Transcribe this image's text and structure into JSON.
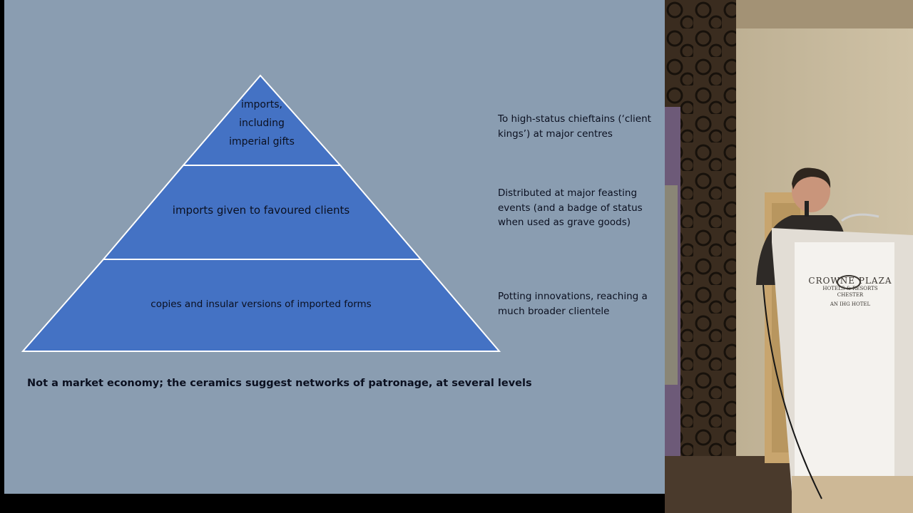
{
  "slide": {
    "pyramid": {
      "top_label": "imports, including imperial gifts",
      "middle_label": "imports given to favoured clients",
      "bottom_label": "copies and insular versions of imported forms"
    },
    "notes": {
      "top": "To high-status chieftains (‘client kings’) at major centres",
      "middle": "Distributed at major feasting events (and a badge of status when used as grave goods)",
      "bottom": "Potting innovations, reaching a much broader clientele"
    },
    "conclusion": "Not a market economy; the ceramics suggest networks of patronage, at several levels"
  },
  "video": {
    "podium_brand": "CROWNE PLAZA",
    "podium_sub1": "HOTELS & RESORTS",
    "podium_sub2": "CHESTER",
    "podium_tag": "AN IHG HOTEL"
  },
  "colors": {
    "slide_background": "#8a9db1",
    "pyramid_fill": "#4472c4",
    "pyramid_stroke": "#ffffff",
    "text": "#0b1020"
  },
  "icons": [
    "crowne-plaza-logo-icon"
  ]
}
